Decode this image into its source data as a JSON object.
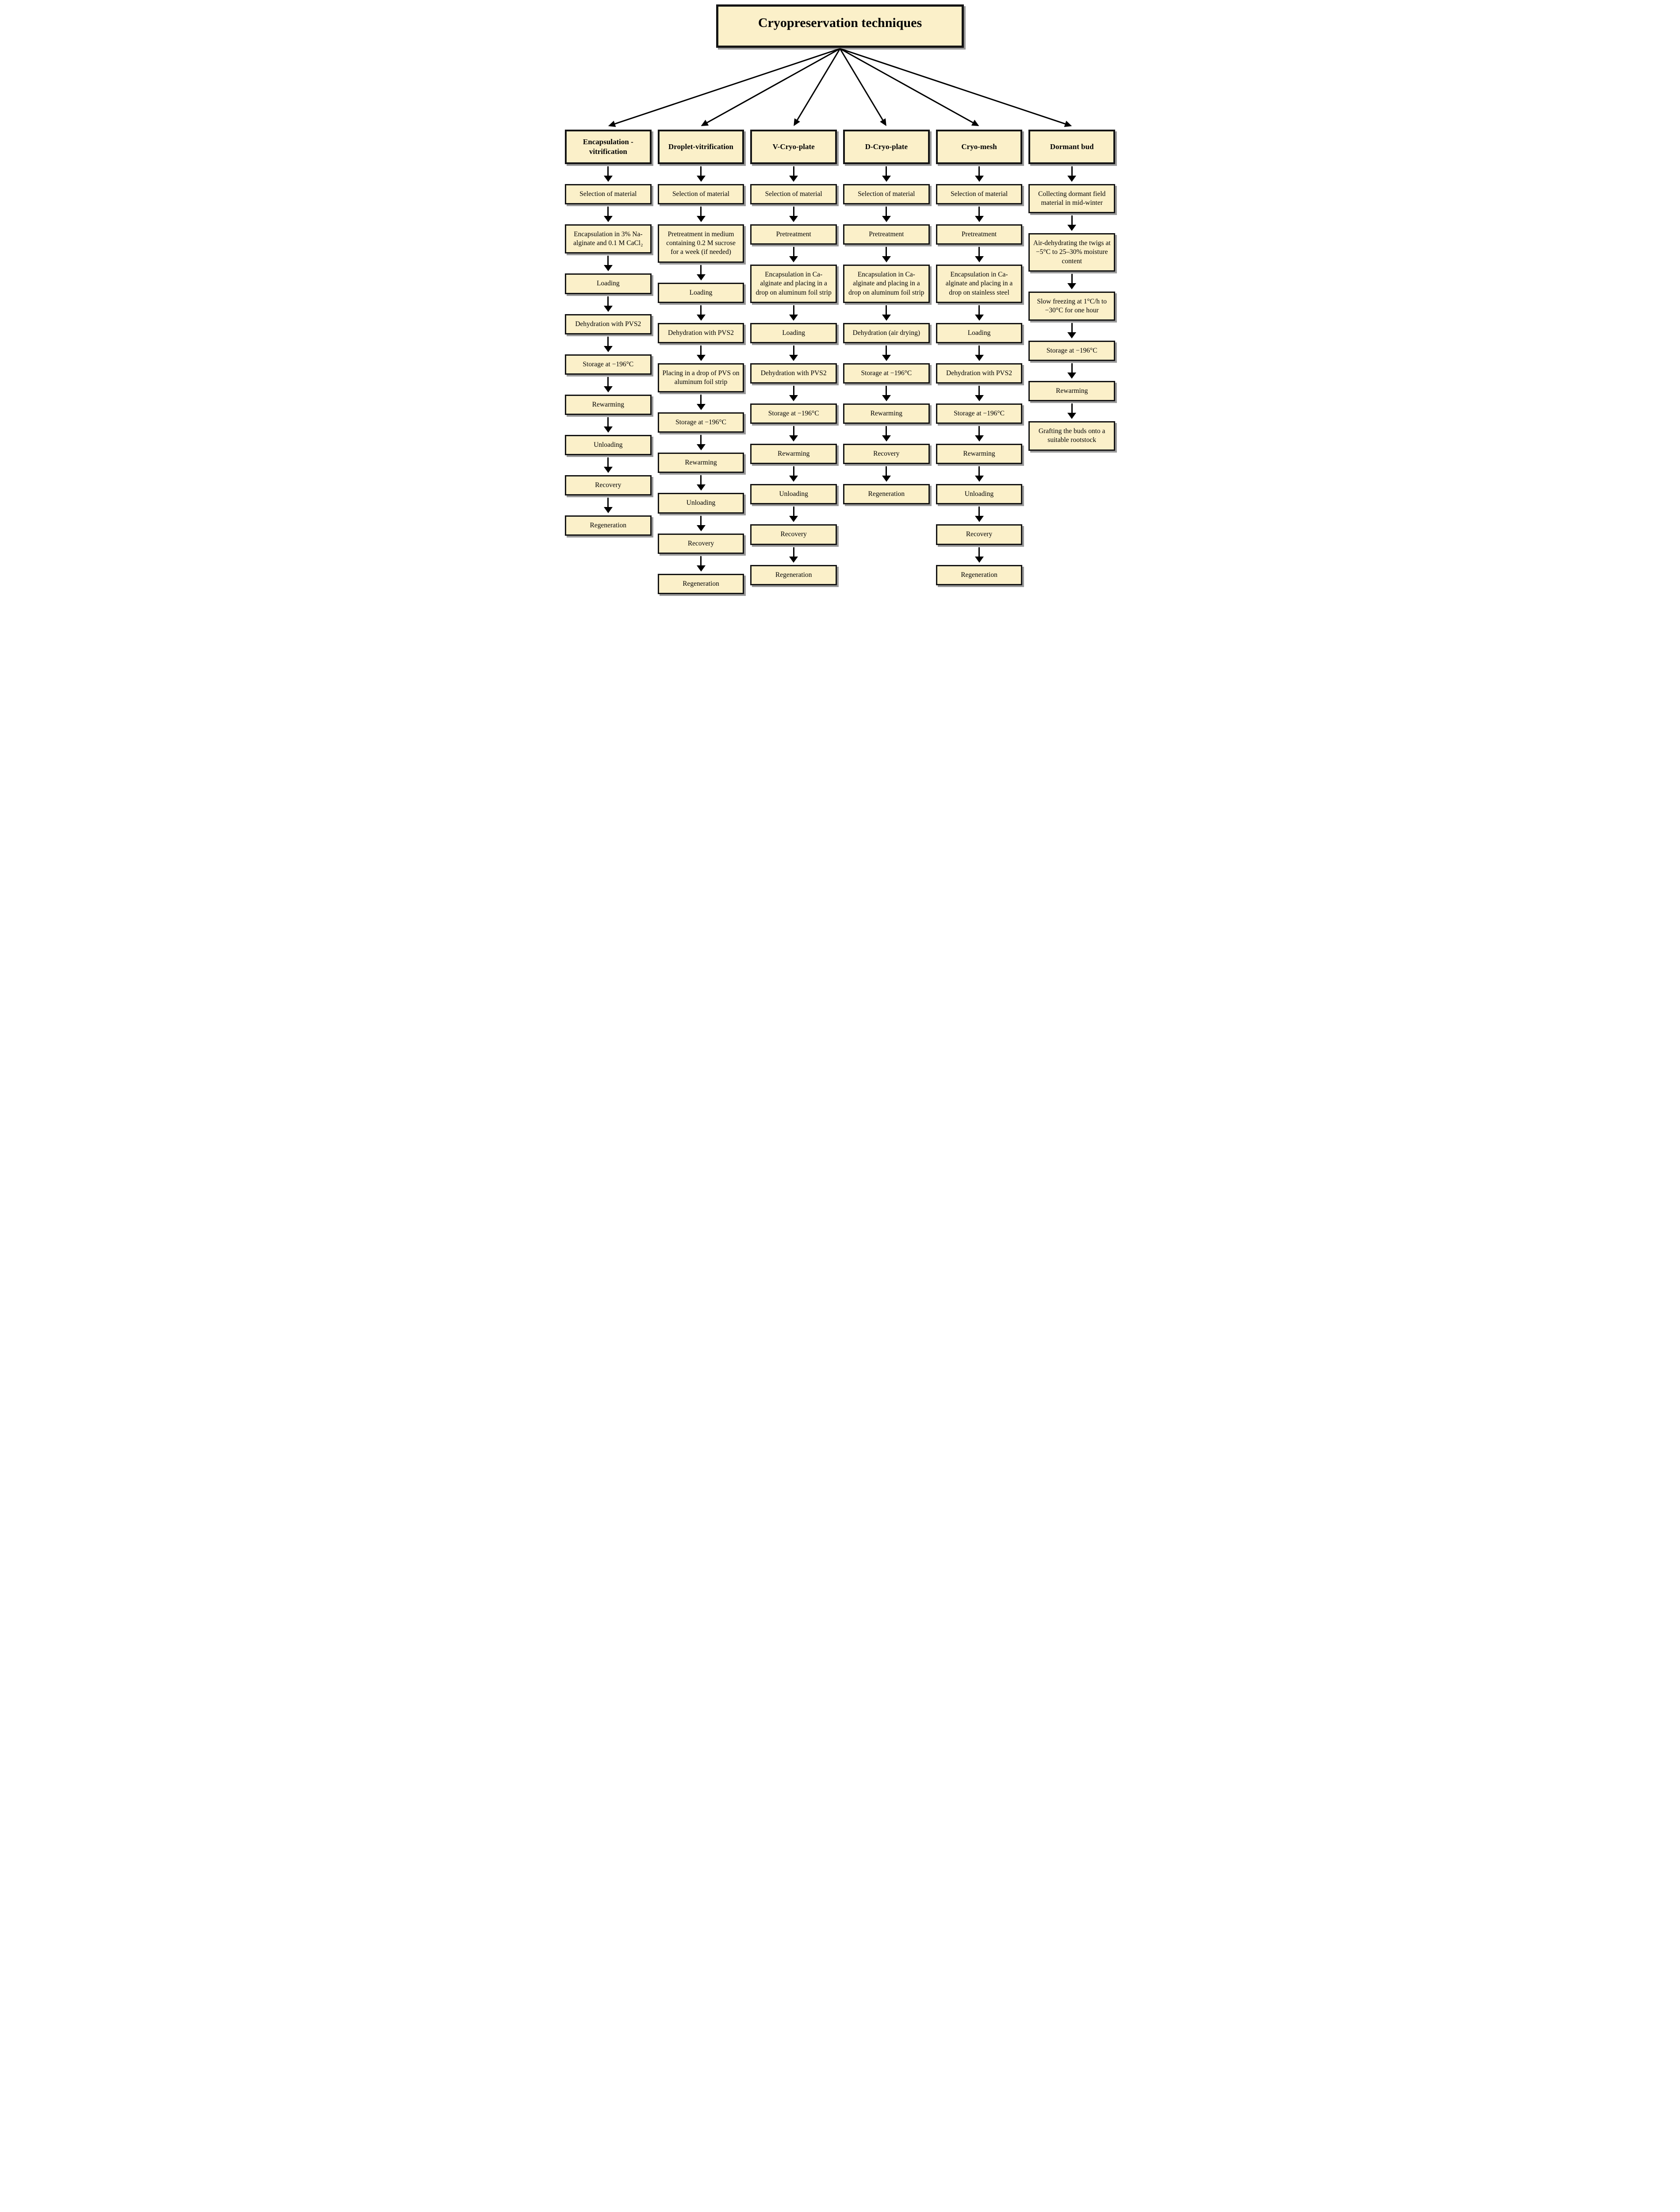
{
  "title": "Cryopreservation techniques",
  "colors": {
    "box_fill": "#fbf0c9",
    "box_border": "#141414",
    "box_shadow": "#9a9a9a",
    "arrow": "#000000",
    "background": "#ffffff"
  },
  "columns": [
    {
      "header": "Encapsulation -vitrification",
      "steps": [
        "Selection of material",
        "Encapsulation in 3% Na-alginate and 0.1 M CaCl₂",
        "Loading",
        "Dehydration with PVS2",
        "Storage at −196°C",
        "Rewarming",
        "Unloading",
        "Recovery",
        "Regeneration"
      ]
    },
    {
      "header": "Droplet-vitrification",
      "steps": [
        "Selection of material",
        "Pretreatment in medium containing 0.2 M sucrose for a week (if needed)",
        "Loading",
        "Dehydration with PVS2",
        "Placing in a drop of PVS on aluminum foil strip",
        "Storage at −196°C",
        "Rewarming",
        "Unloading",
        "Recovery",
        "Regeneration"
      ]
    },
    {
      "header": "V-Cryo-plate",
      "steps": [
        "Selection of material",
        "Pretreatment",
        "Encapsulation in Ca-alginate and placing in a drop on aluminum foil strip",
        "Loading",
        "Dehydration with PVS2",
        "Storage at −196°C",
        "Rewarming",
        "Unloading",
        "Recovery",
        "Regeneration"
      ]
    },
    {
      "header": "D-Cryo-plate",
      "steps": [
        "Selection of material",
        "Pretreatment",
        "Encapsulation in Ca-alginate and placing in a drop on aluminum foil strip",
        "Dehydration (air drying)",
        "Storage at −196°C",
        "Rewarming",
        "Recovery",
        "Regeneration"
      ]
    },
    {
      "header": "Cryo-mesh",
      "steps": [
        "Selection of material",
        "Pretreatment",
        "Encapsulation in Ca-alginate and placing in a drop on stainless steel",
        "Loading",
        "Dehydration with PVS2",
        "Storage at −196°C",
        "Rewarming",
        "Unloading",
        "Recovery",
        "Regeneration"
      ]
    },
    {
      "header": "Dormant bud",
      "steps": [
        "Collecting dormant field material in mid-winter",
        "Air-dehydrating the twigs at −5°C to 25–30% moisture content",
        "Slow freezing at 1°C/h to −30°C for one hour",
        "Storage at −196°C",
        "Rewarming",
        "Grafting the buds onto a suitable rootstock"
      ]
    }
  ]
}
